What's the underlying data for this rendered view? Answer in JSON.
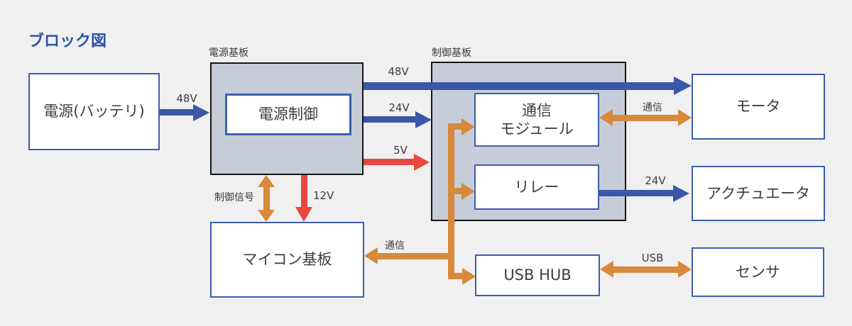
{
  "title": "ブロック図",
  "colors": {
    "background": "#f0f0f0",
    "accent_blue": "#3a57a8",
    "accent_red": "#e8463f",
    "accent_orange": "#d8893c",
    "board_fill": "#c7cdd8",
    "board_border": "#151515",
    "block_border": "#3c5fae",
    "text": "#3d3d3d",
    "title_text": "#2d53a7"
  },
  "boards": {
    "power": {
      "label": "電源基板"
    },
    "control": {
      "label": "制御基板"
    }
  },
  "blocks": {
    "battery": {
      "label": "電源(バッテリ)"
    },
    "power_control": {
      "label": "電源制御"
    },
    "comm_module": {
      "label": "通信\nモジュール"
    },
    "relay": {
      "label": "リレー"
    },
    "micon_board": {
      "label": "マイコン基板"
    },
    "usb_hub": {
      "label": "USB HUB"
    },
    "motor": {
      "label": "モータ"
    },
    "actuator": {
      "label": "アクチュエータ"
    },
    "sensor": {
      "label": "センサ"
    }
  },
  "arrows": {
    "battery_48v": {
      "label": "48V",
      "color": "#3a57a8",
      "from": "電源(バッテリ)",
      "to": "電源基板"
    },
    "motor_48v": {
      "label": "48V",
      "color": "#3a57a8",
      "from": "電源基板",
      "to": "モータ"
    },
    "ctrl_24v": {
      "label": "24V",
      "color": "#3a57a8",
      "from": "電源基板",
      "to": "制御基板"
    },
    "ctrl_5v": {
      "label": "5V",
      "color": "#e8463f",
      "from": "電源基板",
      "to": "制御基板"
    },
    "micon_12v": {
      "label": "12V",
      "color": "#e8463f",
      "from": "電源基板",
      "to": "マイコン基板"
    },
    "ctrl_signal": {
      "label": "制御信号",
      "color": "#d8893c",
      "between": [
        "電源基板",
        "マイコン基板"
      ]
    },
    "micon_comm": {
      "label": "通信",
      "color": "#d8893c",
      "between": [
        "マイコン基板",
        "通信モジュール/リレー/USB HUB"
      ]
    },
    "module_comm": {
      "label": "通信",
      "color": "#d8893c",
      "between": [
        "通信モジュール",
        "モータ"
      ]
    },
    "actuator_24v": {
      "label": "24V",
      "color": "#3a57a8",
      "from": "リレー",
      "to": "アクチュエータ"
    },
    "sensor_usb": {
      "label": "USB",
      "color": "#d8893c",
      "between": [
        "USB HUB",
        "センサ"
      ]
    }
  }
}
